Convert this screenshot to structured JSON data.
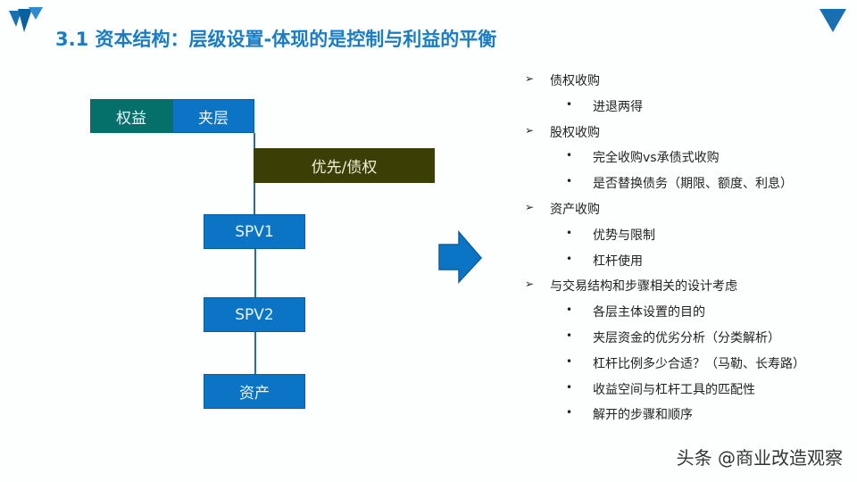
{
  "title": "3.1 资本结构：层级设置-体现的是控制与利益的平衡",
  "diagram": {
    "equity": "权益",
    "mezzanine": "夹层",
    "senior": "优先/债权",
    "spv1": "SPV1",
    "spv2": "SPV2",
    "asset": "资产"
  },
  "colors": {
    "accent": "#0b74c4",
    "equity": "#05706a",
    "senior": "#3b3e05",
    "title": "#1a7cc3"
  },
  "list": [
    {
      "level": 1,
      "text": "债权收购"
    },
    {
      "level": 2,
      "text": "进退两得"
    },
    {
      "level": 1,
      "text": "股权收购"
    },
    {
      "level": 2,
      "text": "完全收购vs承债式收购"
    },
    {
      "level": 2,
      "text": "是否替换债务（期限、额度、利息）"
    },
    {
      "level": 1,
      "text": "资产收购"
    },
    {
      "level": 2,
      "text": "优势与限制"
    },
    {
      "level": 2,
      "text": "杠杆使用"
    },
    {
      "level": 1,
      "text": "与交易结构和步骤相关的设计考虑"
    },
    {
      "level": 2,
      "text": "各层主体设置的目的"
    },
    {
      "level": 2,
      "text": "夹层资金的优劣分析（分类解析）"
    },
    {
      "level": 2,
      "text": "杠杆比例多少合适？（马勒、长寿路）"
    },
    {
      "level": 2,
      "text": "收益空间与杠杆工具的匹配性"
    },
    {
      "level": 2,
      "text": "解开的步骤和顺序"
    }
  ],
  "markers": {
    "level1": "➢",
    "level2": "•"
  },
  "watermark": "头条 @商业改造观察"
}
